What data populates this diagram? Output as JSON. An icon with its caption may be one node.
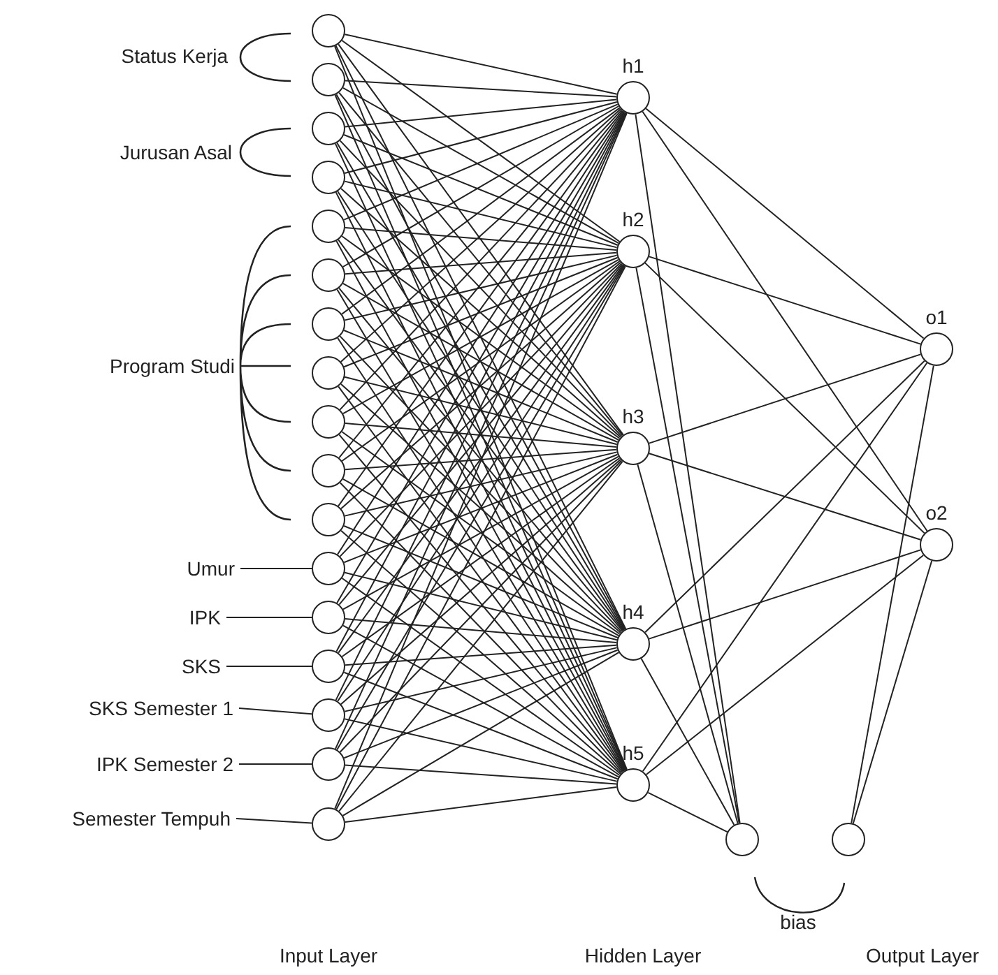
{
  "diagram": {
    "nodes": [
      {
        "text": [],
        "shape": "circle"
      },
      {
        "text": [],
        "shape": "circle"
      },
      {
        "text": [],
        "shape": "circle"
      },
      {
        "text": [],
        "shape": "circle"
      },
      {
        "text": [],
        "shape": "circle"
      },
      {
        "text": [],
        "shape": "circle"
      },
      {
        "text": [],
        "shape": "circle"
      },
      {
        "text": [],
        "shape": "circle"
      },
      {
        "text": [],
        "shape": "circle"
      },
      {
        "text": [],
        "shape": "circle"
      },
      {
        "text": [],
        "shape": "circle"
      },
      {
        "text": [],
        "shape": "circle"
      },
      {
        "text": [],
        "shape": "circle"
      },
      {
        "text": [],
        "shape": "circle"
      },
      {
        "text": [],
        "shape": "circle"
      },
      {
        "text": [],
        "shape": "circle"
      },
      {
        "text": [],
        "shape": "circle"
      },
      {
        "text": [],
        "shape": "circle",
        "beside": [
          "h1"
        ]
      },
      {
        "text": [],
        "shape": "circle",
        "beside": [
          "h2"
        ]
      },
      {
        "text": [],
        "shape": "circle",
        "beside": [
          "h3"
        ]
      },
      {
        "text": [],
        "shape": "circle",
        "beside": [
          "h4"
        ]
      },
      {
        "text": [],
        "shape": "circle",
        "beside": [
          "h5"
        ]
      },
      {
        "text": [],
        "shape": "circle"
      },
      {
        "text": [],
        "shape": "circle",
        "beside": [
          "o1"
        ]
      },
      {
        "text": [],
        "shape": "circle",
        "beside": [
          "o2"
        ]
      },
      {
        "text": [],
        "shape": "circle"
      },
      {
        "text": [
          "Umur"
        ]
      },
      {
        "text": [
          "IPK"
        ]
      },
      {
        "text": [
          "SKS"
        ]
      },
      {
        "text": [
          "SKS Semester 1"
        ]
      },
      {
        "text": [
          "IPK Semester 2"
        ]
      },
      {
        "text": [
          "Semester Tempuh"
        ]
      }
    ],
    "edges": [
      {
        "from": 0,
        "to": 17,
        "arrow": "none"
      },
      {
        "from": 0,
        "to": 18,
        "arrow": "none"
      },
      {
        "from": 0,
        "to": 19,
        "arrow": "none"
      },
      {
        "from": 0,
        "to": 20,
        "arrow": "none"
      },
      {
        "from": 0,
        "to": 21,
        "arrow": "none"
      },
      {
        "from": 1,
        "to": 17,
        "arrow": "none"
      },
      {
        "from": 1,
        "to": 18,
        "arrow": "none"
      },
      {
        "from": 1,
        "to": 19,
        "arrow": "none"
      },
      {
        "from": 1,
        "to": 20,
        "arrow": "none"
      },
      {
        "from": 1,
        "to": 21,
        "arrow": "none"
      },
      {
        "from": 2,
        "to": 17,
        "arrow": "none"
      },
      {
        "from": 2,
        "to": 18,
        "arrow": "none"
      },
      {
        "from": 2,
        "to": 19,
        "arrow": "none"
      },
      {
        "from": 2,
        "to": 20,
        "arrow": "none"
      },
      {
        "from": 2,
        "to": 21,
        "arrow": "none"
      },
      {
        "from": 3,
        "to": 17,
        "arrow": "none"
      },
      {
        "from": 3,
        "to": 18,
        "arrow": "none"
      },
      {
        "from": 3,
        "to": 19,
        "arrow": "none"
      },
      {
        "from": 3,
        "to": 20,
        "arrow": "none"
      },
      {
        "from": 3,
        "to": 21,
        "arrow": "none"
      },
      {
        "from": 4,
        "to": 17,
        "arrow": "none"
      },
      {
        "from": 4,
        "to": 18,
        "arrow": "none"
      },
      {
        "from": 4,
        "to": 19,
        "arrow": "none"
      },
      {
        "from": 4,
        "to": 20,
        "arrow": "none"
      },
      {
        "from": 4,
        "to": 21,
        "arrow": "none"
      },
      {
        "from": 5,
        "to": 17,
        "arrow": "none"
      },
      {
        "from": 5,
        "to": 18,
        "arrow": "none"
      },
      {
        "from": 5,
        "to": 19,
        "arrow": "none"
      },
      {
        "from": 5,
        "to": 20,
        "arrow": "none"
      },
      {
        "from": 5,
        "to": 21,
        "arrow": "none"
      },
      {
        "from": 6,
        "to": 17,
        "arrow": "none"
      },
      {
        "from": 6,
        "to": 18,
        "arrow": "none"
      },
      {
        "from": 6,
        "to": 19,
        "arrow": "none"
      },
      {
        "from": 6,
        "to": 20,
        "arrow": "none"
      },
      {
        "from": 6,
        "to": 21,
        "arrow": "none"
      },
      {
        "from": 7,
        "to": 17,
        "arrow": "none"
      },
      {
        "from": 7,
        "to": 18,
        "arrow": "none"
      },
      {
        "from": 7,
        "to": 19,
        "arrow": "none"
      },
      {
        "from": 7,
        "to": 20,
        "arrow": "none"
      },
      {
        "from": 7,
        "to": 21,
        "arrow": "none"
      },
      {
        "from": 8,
        "to": 17,
        "arrow": "none"
      },
      {
        "from": 8,
        "to": 18,
        "arrow": "none"
      },
      {
        "from": 8,
        "to": 19,
        "arrow": "none"
      },
      {
        "from": 8,
        "to": 20,
        "arrow": "none"
      },
      {
        "from": 8,
        "to": 21,
        "arrow": "none"
      },
      {
        "from": 9,
        "to": 17,
        "arrow": "none"
      },
      {
        "from": 9,
        "to": 18,
        "arrow": "none"
      },
      {
        "from": 9,
        "to": 19,
        "arrow": "none"
      },
      {
        "from": 9,
        "to": 20,
        "arrow": "none"
      },
      {
        "from": 9,
        "to": 21,
        "arrow": "none"
      },
      {
        "from": 10,
        "to": 17,
        "arrow": "none"
      },
      {
        "from": 10,
        "to": 18,
        "arrow": "none"
      },
      {
        "from": 10,
        "to": 19,
        "arrow": "none"
      },
      {
        "from": 10,
        "to": 20,
        "arrow": "none"
      },
      {
        "from": 10,
        "to": 21,
        "arrow": "none"
      },
      {
        "from": 11,
        "to": 17,
        "arrow": "none"
      },
      {
        "from": 11,
        "to": 18,
        "arrow": "none"
      },
      {
        "from": 11,
        "to": 19,
        "arrow": "none"
      },
      {
        "from": 11,
        "to": 20,
        "arrow": "none"
      },
      {
        "from": 11,
        "to": 21,
        "arrow": "none"
      },
      {
        "from": 12,
        "to": 17,
        "arrow": "none"
      },
      {
        "from": 12,
        "to": 18,
        "arrow": "none"
      },
      {
        "from": 12,
        "to": 19,
        "arrow": "none"
      },
      {
        "from": 12,
        "to": 20,
        "arrow": "none"
      },
      {
        "from": 12,
        "to": 21,
        "arrow": "none"
      },
      {
        "from": 13,
        "to": 17,
        "arrow": "none"
      },
      {
        "from": 13,
        "to": 18,
        "arrow": "none"
      },
      {
        "from": 13,
        "to": 19,
        "arrow": "none"
      },
      {
        "from": 13,
        "to": 20,
        "arrow": "none"
      },
      {
        "from": 13,
        "to": 21,
        "arrow": "none"
      },
      {
        "from": 14,
        "to": 17,
        "arrow": "none"
      },
      {
        "from": 14,
        "to": 18,
        "arrow": "none"
      },
      {
        "from": 14,
        "to": 19,
        "arrow": "none"
      },
      {
        "from": 14,
        "to": 20,
        "arrow": "none"
      },
      {
        "from": 14,
        "to": 21,
        "arrow": "none"
      },
      {
        "from": 15,
        "to": 17,
        "arrow": "none"
      },
      {
        "from": 15,
        "to": 18,
        "arrow": "none"
      },
      {
        "from": 15,
        "to": 19,
        "arrow": "none"
      },
      {
        "from": 15,
        "to": 20,
        "arrow": "none"
      },
      {
        "from": 15,
        "to": 21,
        "arrow": "none"
      },
      {
        "from": 16,
        "to": 17,
        "arrow": "none"
      },
      {
        "from": 16,
        "to": 18,
        "arrow": "none"
      },
      {
        "from": 16,
        "to": 19,
        "arrow": "none"
      },
      {
        "from": 16,
        "to": 20,
        "arrow": "none"
      },
      {
        "from": 16,
        "to": 21,
        "arrow": "none"
      },
      {
        "from": 22,
        "to": 17,
        "arrow": "none"
      },
      {
        "from": 22,
        "to": 18,
        "arrow": "none"
      },
      {
        "from": 22,
        "to": 19,
        "arrow": "none"
      },
      {
        "from": 22,
        "to": 20,
        "arrow": "none"
      },
      {
        "from": 22,
        "to": 21,
        "arrow": "none"
      },
      {
        "from": 17,
        "to": 23,
        "arrow": "none"
      },
      {
        "from": 17,
        "to": 24,
        "arrow": "none"
      },
      {
        "from": 18,
        "to": 23,
        "arrow": "none"
      },
      {
        "from": 18,
        "to": 24,
        "arrow": "none"
      },
      {
        "from": 19,
        "to": 23,
        "arrow": "none"
      },
      {
        "from": 19,
        "to": 24,
        "arrow": "none"
      },
      {
        "from": 20,
        "to": 23,
        "arrow": "none"
      },
      {
        "from": 20,
        "to": 24,
        "arrow": "none"
      },
      {
        "from": 21,
        "to": 23,
        "arrow": "none"
      },
      {
        "from": 21,
        "to": 24,
        "arrow": "none"
      },
      {
        "from": 25,
        "to": 23,
        "arrow": "none"
      },
      {
        "from": 25,
        "to": 24,
        "arrow": "none"
      },
      {
        "from": 26,
        "to": 11,
        "arrow": "none"
      },
      {
        "from": 27,
        "to": 12,
        "arrow": "none"
      },
      {
        "from": 28,
        "to": 13,
        "arrow": "none"
      },
      {
        "from": 29,
        "to": 14,
        "arrow": "none"
      },
      {
        "from": 30,
        "to": 15,
        "arrow": "none"
      },
      {
        "from": 31,
        "to": 16,
        "arrow": "none"
      }
    ],
    "labels": [
      "Status Kerja",
      "Jurusan Asal",
      "Program Studi",
      "bias",
      "Input Layer",
      "Hidden Layer",
      "Output Layer"
    ]
  }
}
